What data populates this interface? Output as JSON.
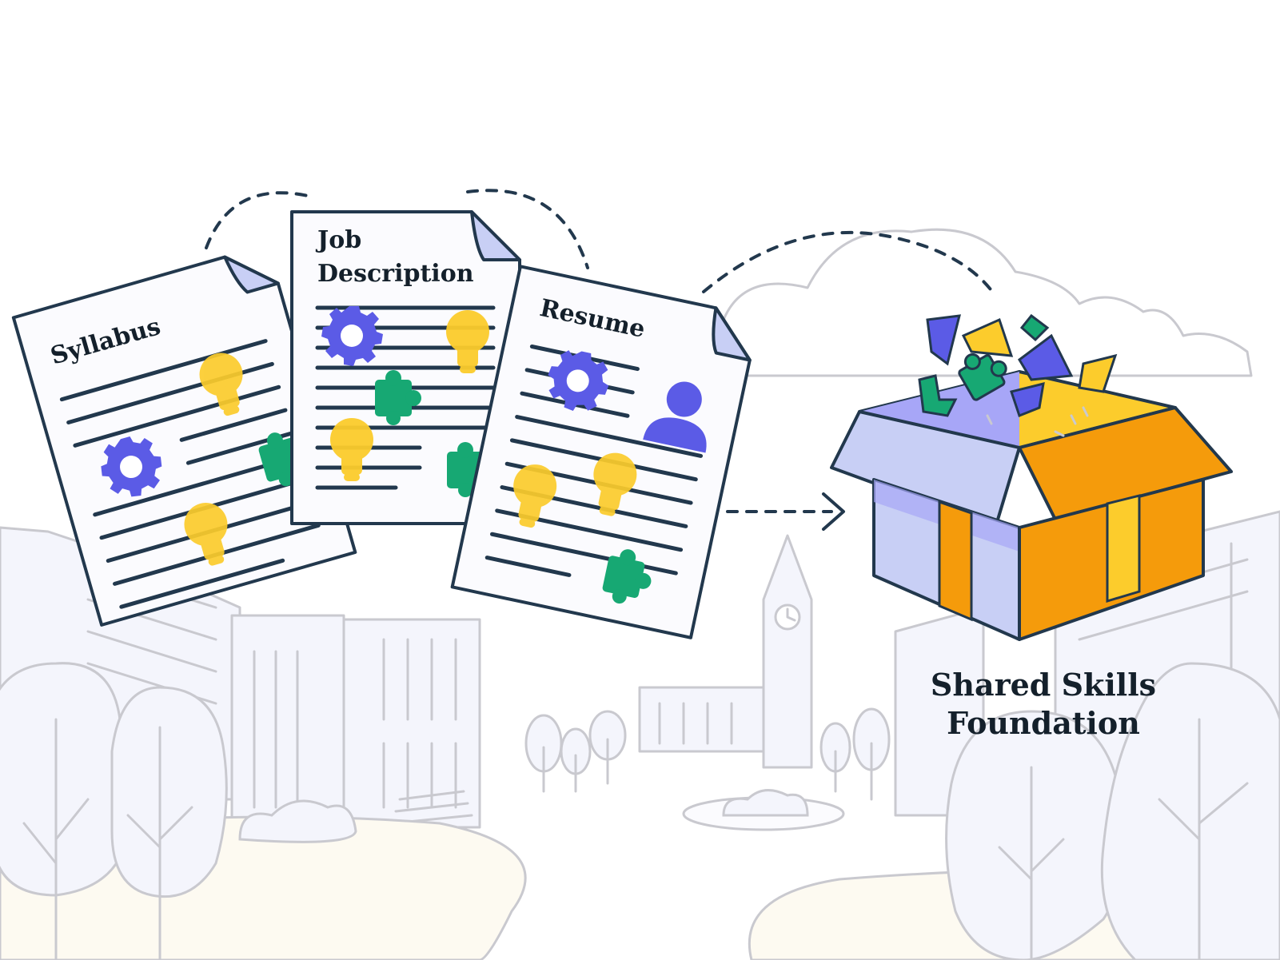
{
  "documents": [
    {
      "title_lines": [
        "Syllabus"
      ]
    },
    {
      "title_lines": [
        "Job",
        "Description"
      ]
    },
    {
      "title_lines": [
        "Resume"
      ]
    }
  ],
  "result": {
    "caption_lines": [
      "Shared Skills",
      "Foundation"
    ]
  },
  "icons": [
    "gear-icon",
    "lightbulb-icon",
    "puzzle-piece-icon",
    "person-icon",
    "box-icon",
    "clock-icon"
  ],
  "colors": {
    "purple": "#5b5be6",
    "yellow": "#fccc2c",
    "green": "#17a873",
    "orange": "#f59b0b",
    "lavender": "#c8cff5",
    "ink": "#22384d"
  }
}
